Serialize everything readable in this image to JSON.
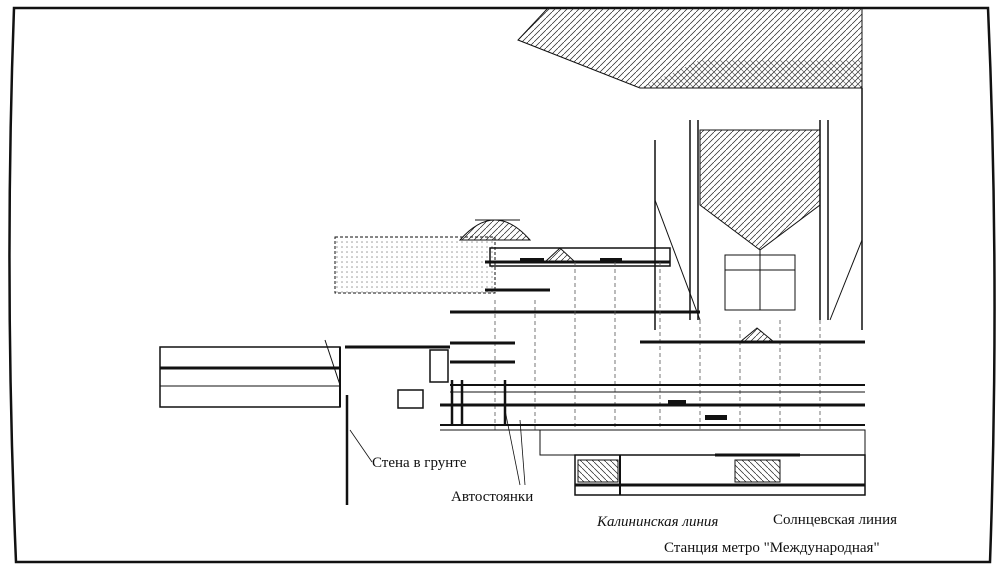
{
  "labels": {
    "wall": "Стена в грунте",
    "parking": "Автостоянки",
    "kalinin_line": "Калининская линия",
    "solntsev_line": "Солнцевская линия",
    "metro_station": "Станция метро \"Международная\""
  },
  "colors": {
    "ink": "#111111",
    "background": "#ffffff"
  }
}
